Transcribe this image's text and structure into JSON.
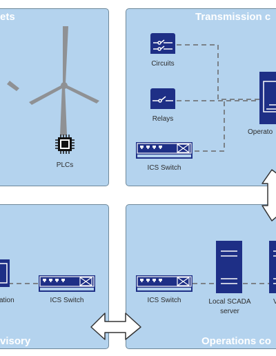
{
  "panels": {
    "assets": {
      "title": "ets"
    },
    "transmission": {
      "title": "Transmission c"
    },
    "supervisory": {
      "title": "visory"
    },
    "operations": {
      "title": "Operations co"
    }
  },
  "nodes": {
    "plcs": "PLCs",
    "circuits": "Circuits",
    "relays": "Relays",
    "operator": "Operato",
    "ics_switch_transmission": "ICS Switch",
    "station": "ation",
    "ics_switch_supervisory": "ICS Switch",
    "ics_switch_operations": "ICS Switch",
    "local_scada_line1": "Local SCADA",
    "local_scada_line2": "server",
    "right_device_partial": "V"
  },
  "colors": {
    "panel_fill": "#b4d3ee",
    "panel_border": "#6d8799",
    "device_navy": "#1e2f86",
    "turbine_gray": "#8f9194",
    "connector_gray": "#666666"
  }
}
